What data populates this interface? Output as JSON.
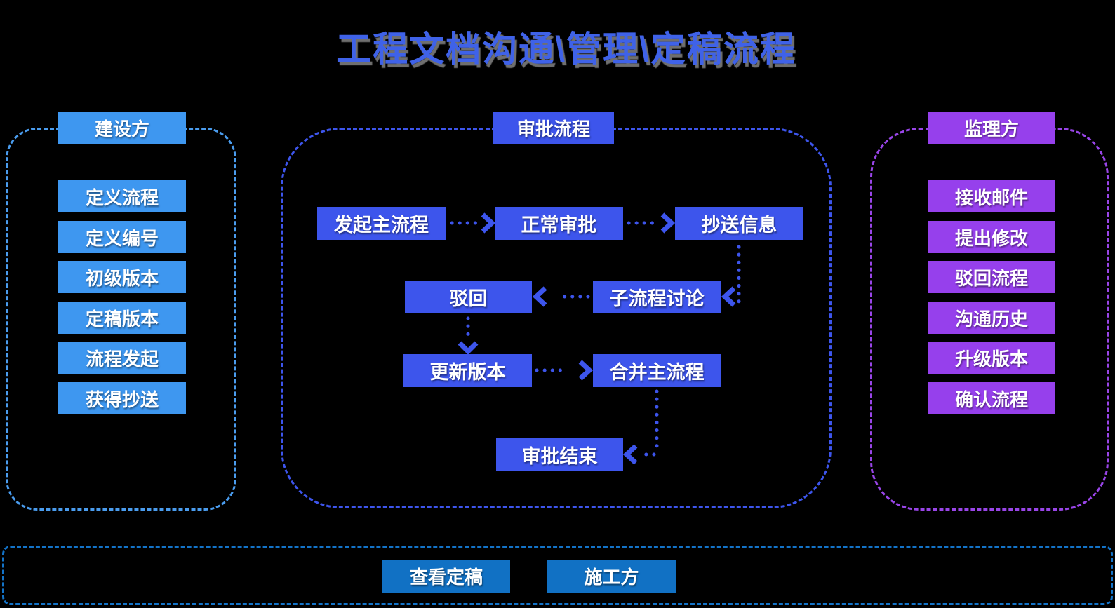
{
  "title": "工程文档沟通\\管理\\定稿流程",
  "colors": {
    "title_blue": "#3F62E8",
    "light_blue": "#3E97F0",
    "light_blue_border": "#4A9CEE",
    "royal_blue": "#3D55EC",
    "purple": "#9640EC",
    "purple_border": "#9945E8",
    "bottom_blue": "#1171C4",
    "bottom_border": "#1373C8"
  },
  "left_panel": {
    "header": "建设方",
    "items": [
      "定义流程",
      "定义编号",
      "初级版本",
      "定稿版本",
      "流程发起",
      "获得抄送"
    ]
  },
  "center_panel": {
    "header": "审批流程",
    "nodes": {
      "start": "发起主流程",
      "approve": "正常审批",
      "cc": "抄送信息",
      "reject": "驳回",
      "sub": "子流程讨论",
      "update": "更新版本",
      "merge": "合并主流程",
      "end": "审批结束"
    },
    "edges": [
      {
        "from": "发起主流程",
        "to": "正常审批"
      },
      {
        "from": "正常审批",
        "to": "抄送信息"
      },
      {
        "from": "抄送信息",
        "to": "子流程讨论"
      },
      {
        "from": "子流程讨论",
        "to": "驳回"
      },
      {
        "from": "驳回",
        "to": "更新版本"
      },
      {
        "from": "更新版本",
        "to": "合并主流程"
      },
      {
        "from": "合并主流程",
        "to": "审批结束"
      }
    ]
  },
  "right_panel": {
    "header": "监理方",
    "items": [
      "接收邮件",
      "提出修改",
      "驳回流程",
      "沟通历史",
      "升级版本",
      "确认流程"
    ]
  },
  "bottom_panel": {
    "buttons": [
      "查看定稿",
      "施工方"
    ]
  }
}
